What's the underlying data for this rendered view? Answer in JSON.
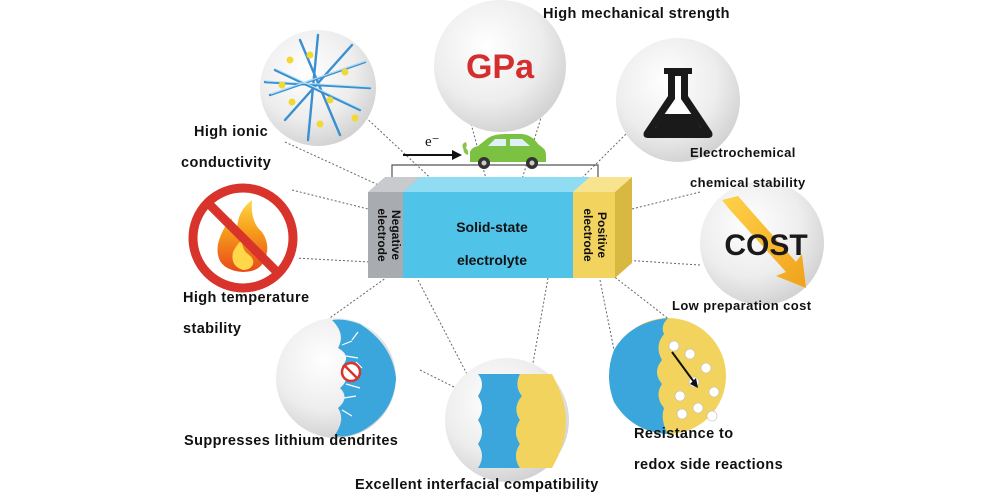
{
  "labels": {
    "mechanical": "High mechanical strength",
    "ionic_1": "High ionic",
    "ionic_2": "conductivity",
    "electrochem_1": "Electrochemical",
    "electrochem_2": "chemical stability",
    "hightemp_1": "High temperature",
    "hightemp_2": "stability",
    "cost": "Low preparation cost",
    "dendrites": "Suppresses lithium dendrites",
    "redox_1": "Resistance to",
    "redox_2": "redox side reactions",
    "interface": "Excellent interfacial compatibility"
  },
  "battery": {
    "negative_1": "Negative",
    "negative_2": "electrode",
    "electrolyte_1": "Solid-state",
    "electrolyte_2": "electrolyte",
    "positive_1": "Positive",
    "positive_2": "electrode",
    "electron": "e⁻"
  },
  "icons": {
    "gpa_text": "GPa",
    "cost_text": "COST"
  },
  "colors": {
    "electrolyte": "#4fc3e8",
    "negative": "#a8abb0",
    "positive": "#f2d35e",
    "gpa_red": "#d42e2e",
    "no_sign_red": "#d8342c",
    "car_green": "#7cc242"
  }
}
